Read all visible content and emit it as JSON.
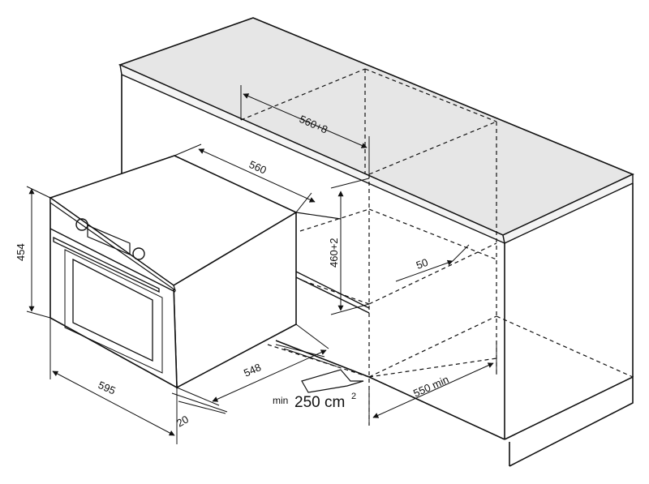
{
  "diagram": {
    "dimensions": {
      "niche_width": "560+8",
      "oven_depth_top": "560",
      "niche_height": "460+2",
      "oven_height": "454",
      "rear_gap": "50",
      "oven_width": "595",
      "oven_depth": "548",
      "front_offset": "20",
      "cabinet_depth": "550 min"
    },
    "vent": {
      "prefix": "min",
      "value": "250 cm",
      "unit_power": "2"
    },
    "colors": {
      "worktop": "#e6e6e6",
      "line": "#111111",
      "background": "#ffffff"
    }
  }
}
